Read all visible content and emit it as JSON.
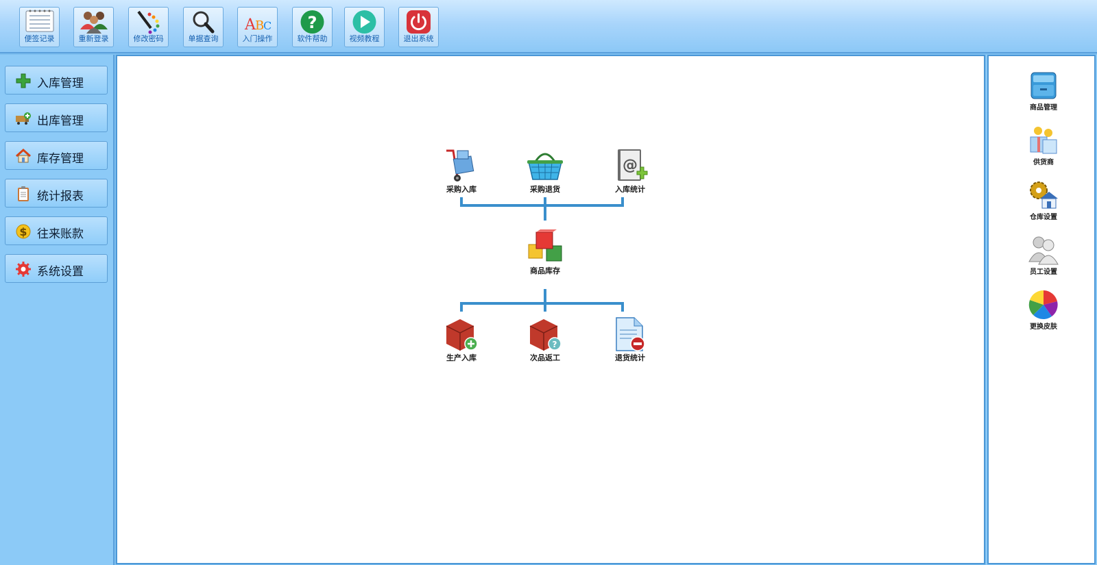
{
  "toolbar": {
    "items": [
      {
        "label": "便签记录",
        "icon": "notepad-icon"
      },
      {
        "label": "重新登录",
        "icon": "users-icon"
      },
      {
        "label": "修改密码",
        "icon": "pen-palette-icon"
      },
      {
        "label": "单据查询",
        "icon": "magnifier-icon"
      },
      {
        "label": "入门操作",
        "icon": "abc-icon"
      },
      {
        "label": "软件帮助",
        "icon": "help-icon"
      },
      {
        "label": "视频教程",
        "icon": "play-icon"
      },
      {
        "label": "退出系统",
        "icon": "power-icon"
      }
    ]
  },
  "sidebar": {
    "items": [
      {
        "label": "入库管理",
        "icon": "plus-icon"
      },
      {
        "label": "出库管理",
        "icon": "truck-add-icon"
      },
      {
        "label": "库存管理",
        "icon": "house-icon"
      },
      {
        "label": "统计报表",
        "icon": "clipboard-icon"
      },
      {
        "label": "往来账款",
        "icon": "dollar-icon"
      },
      {
        "label": "系统设置",
        "icon": "gear-icon"
      }
    ]
  },
  "flow": {
    "top": [
      {
        "label": "采购入库",
        "icon": "hand-truck-icon"
      },
      {
        "label": "采购退货",
        "icon": "basket-icon"
      },
      {
        "label": "入库统计",
        "icon": "address-book-icon"
      }
    ],
    "center": {
      "label": "商品库存",
      "icon": "boxes-icon"
    },
    "bottom": [
      {
        "label": "生产入库",
        "icon": "box-add-icon"
      },
      {
        "label": "次品返工",
        "icon": "box-question-icon"
      },
      {
        "label": "退货统计",
        "icon": "document-remove-icon"
      }
    ]
  },
  "rightpanel": {
    "items": [
      {
        "label": "商品管理",
        "icon": "cabinet-icon"
      },
      {
        "label": "供货商",
        "icon": "supplier-icon"
      },
      {
        "label": "仓库设置",
        "icon": "warehouse-gear-icon"
      },
      {
        "label": "员工设置",
        "icon": "staff-icon"
      },
      {
        "label": "更换皮肤",
        "icon": "color-wheel-icon"
      }
    ]
  },
  "colors": {
    "accent": "#4b97d6",
    "flow_line": "#3a8fcc",
    "panel_bg": "#8ccaf7"
  }
}
